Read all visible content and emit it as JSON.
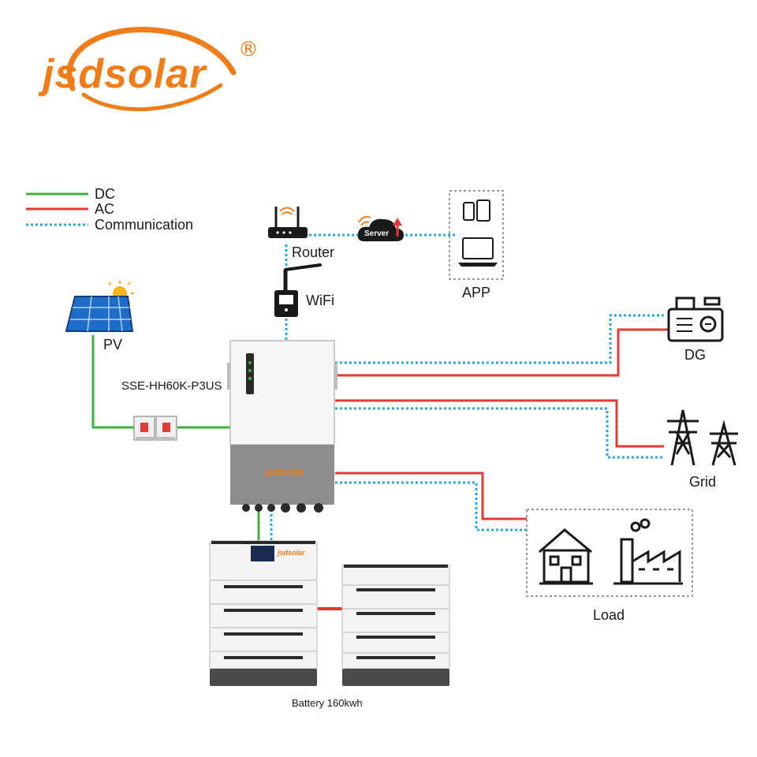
{
  "brand": {
    "logo_text": "jsdsolar",
    "registered_mark": "®",
    "color": "#f07d1a"
  },
  "legend": {
    "items": [
      {
        "label": "DC",
        "color": "#3cb13c",
        "style": "solid"
      },
      {
        "label": "AC",
        "color": "#e53935",
        "style": "solid"
      },
      {
        "label": "Communication",
        "color": "#29a8e0",
        "style": "dotted"
      }
    ]
  },
  "nodes": {
    "router": "Router",
    "server": "Server",
    "app": "APP",
    "wifi": "WiFi",
    "pv": "PV",
    "inverter_model": "SSE-HH60K-P3US",
    "inverter_logo": "jsdsolar",
    "battery_logo": "jsdsolar",
    "dg": "DG",
    "grid": "Grid",
    "load": "Load",
    "battery": "Battery 160kwh"
  },
  "colors": {
    "dc": "#3cb13c",
    "ac": "#e53935",
    "comm": "#29a8e0",
    "icon": "#1a1a1a",
    "inverter_body": "#f4f4f4",
    "inverter_lower": "#8d8d8d",
    "battery_body": "#f2f2f2"
  }
}
